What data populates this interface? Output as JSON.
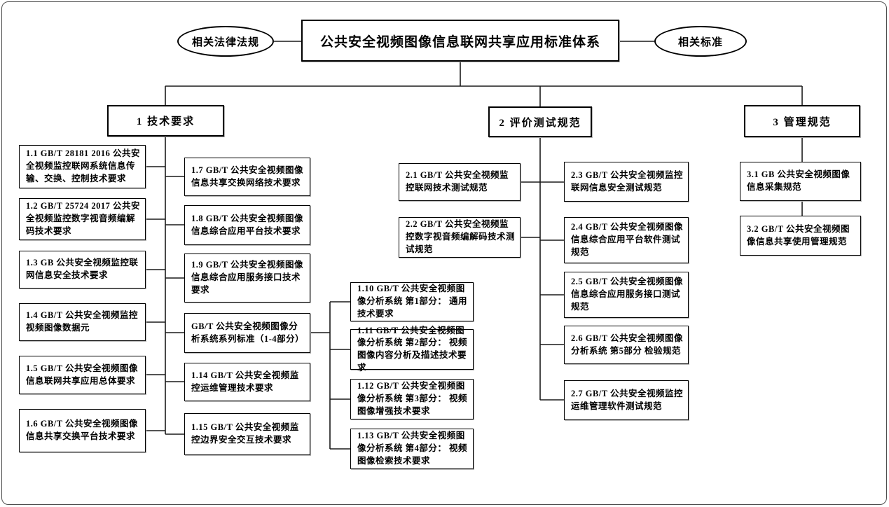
{
  "diagram": {
    "title": "公共安全视频图像信息联网共享应用标准体系",
    "related_left": "相关法律法规",
    "related_right": "相关标准",
    "line_color": "#1a1a1a",
    "sections": [
      {
        "id": "sec1",
        "label": "1 技术要求"
      },
      {
        "id": "sec2",
        "label": "2 评价测试规范"
      },
      {
        "id": "sec3",
        "label": "3 管理规范"
      }
    ],
    "nodes": {
      "n11": "1.1 GB/T 28181 2016 公共安全视频监控联网系统信息传输、交换、控制技术要求",
      "n12": "1.2 GB/T 25724 2017 公共安全视频监控数字视音频编解码技术要求",
      "n13": "1.3 GB 公共安全视频监控联网信息安全技术要求",
      "n14": "1.4 GB/T 公共安全视频监控视频图像数据元",
      "n15": "1.5 GB/T 公共安全视频图像信息联网共享应用总体要求",
      "n16": "1.6 GB/T 公共安全视频图像信息共享交换平台技术要求",
      "n17": "1.7 GB/T 公共安全视频图像信息共享交换网络技术要求",
      "n18": "1.8 GB/T 公共安全视频图像信息综合应用平台技术要求",
      "n19": "1.9 GB/T 公共安全视频图像信息综合应用服务接口技术要求",
      "nser": "GB/T 公共安全视频图像分析系统系列标准（1-4部分）",
      "n114": "1.14 GB/T 公共安全视频监控运维管理技术要求",
      "n115": "1.15 GB/T 公共安全视频监控边界安全交互技术要求",
      "n110": "1.10 GB/T 公共安全视频图像分析系统 第1部分： 通用技术要求",
      "n111": "1.11 GB/T 公共安全视频图像分析系统 第2部分： 视频图像内容分析及描述技术要求",
      "n112": "1.12 GB/T 公共安全视频图像分析系统 第3部分： 视频图像增强技术要求",
      "n113": "1.13 GB/T 公共安全视频图像分析系统 第4部分： 视频图像检索技术要求",
      "n21": "2.1 GB/T 公共安全视频监控联网技术测试规范",
      "n22": "2.2 GB/T 公共安全视频监控数字视音频编解码技术测试规范",
      "n23": "2.3 GB/T 公共安全视频监控联网信息安全测试规范",
      "n24": "2.4 GB/T 公共安全视频图像信息综合应用平台软件测试规范",
      "n25": "2.5 GB/T 公共安全视频图像信息综合应用服务接口测试规范",
      "n26": "2.6 GB/T 公共安全视频图像分析系统 第5部分 检验规范",
      "n27": "2.7 GB/T 公共安全视频监控运维管理软件测试规范",
      "n31": "3.1 GB 公共安全视频图像信息采集规范",
      "n32": "3.2 GB/T 公共安全视频图像信息共享使用管理规范"
    }
  }
}
